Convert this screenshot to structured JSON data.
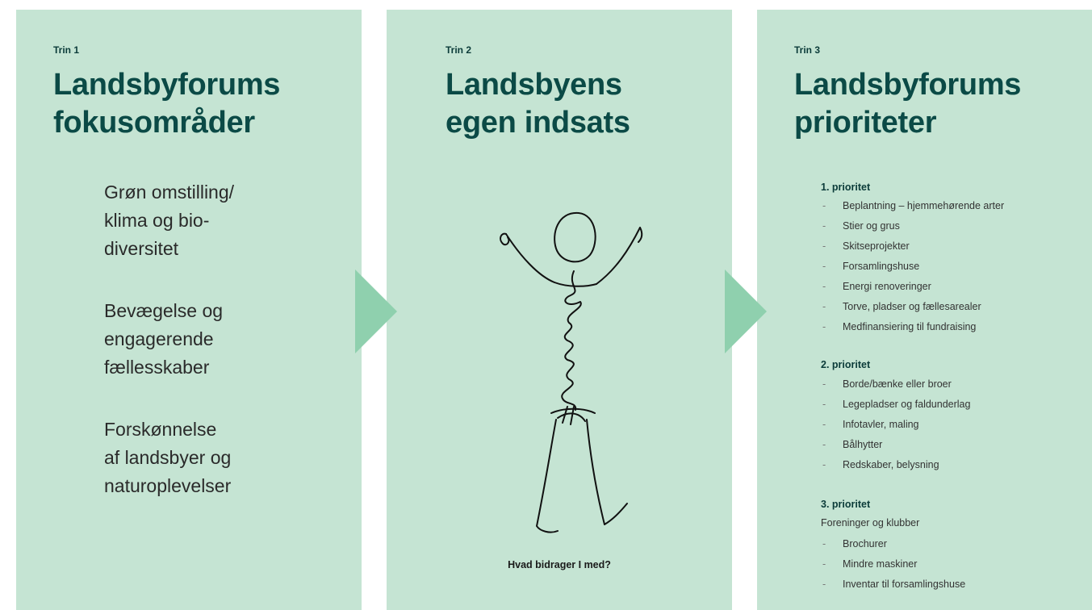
{
  "steps": [
    {
      "label": "Trin 1",
      "title_lines": [
        "Landsbyforums",
        "fokusområder"
      ],
      "focus_areas": [
        [
          "Grøn omstilling/",
          "klima og bio-",
          "diversitet"
        ],
        [
          "Bevægelse og",
          "engagerende",
          "fællesskaber"
        ],
        [
          "Forskønnelse",
          "af landsbyer og",
          "naturoplevelser"
        ]
      ]
    },
    {
      "label": "Trin 2",
      "title_lines": [
        "Landsbyens",
        "egen indsats"
      ],
      "illustration": "stick-figure-drawing",
      "question": "Hvad bidrager I med?"
    },
    {
      "label": "Trin 3",
      "title_lines": [
        "Landsbyforums",
        "prioriteter"
      ],
      "priorities": [
        {
          "heading": "1. prioritet",
          "items": [
            "Beplantning – hjemmehørende arter",
            "Stier og grus",
            "Skitseprojekter",
            "Forsamlingshuse",
            "Energi renoveringer",
            "Torve, pladser og fællesarealer",
            "Medfinansiering til fundraising"
          ]
        },
        {
          "heading": "2. prioritet",
          "items": [
            "Borde/bænke eller broer",
            "Legepladser og faldunderlag",
            "Infotavler, maling",
            "Bålhytter",
            "Redskaber, belysning"
          ]
        },
        {
          "heading": "3. prioritet",
          "subheading": "Foreninger og klubber",
          "items": [
            "Brochurer",
            "Mindre maskiner",
            "Inventar til forsamlingshuse"
          ]
        }
      ]
    }
  ],
  "dash_symbol": "-",
  "colors": {
    "panel": "#c5e4d3",
    "arrow": "#8fd0ae",
    "title": "#0b4a46"
  }
}
